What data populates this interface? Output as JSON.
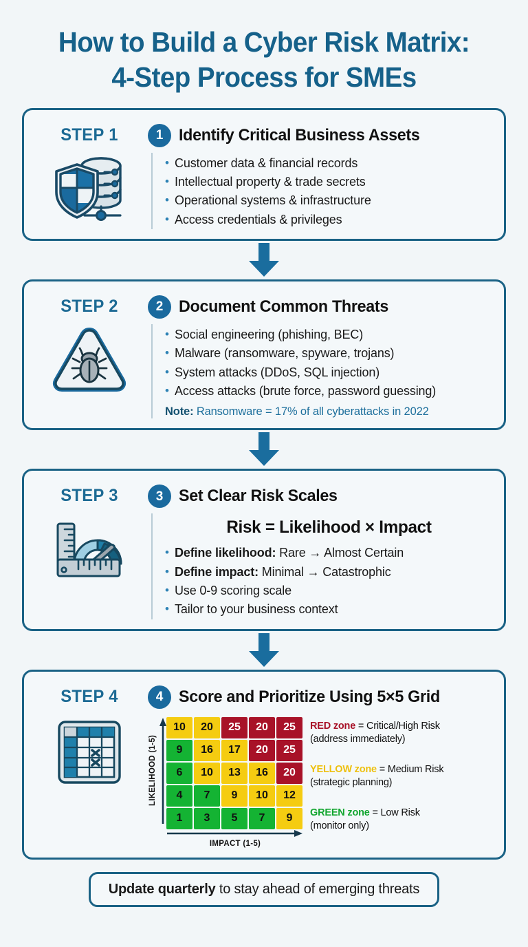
{
  "title": {
    "line1": "How to Build a Cyber Risk Matrix:",
    "line2": "4-Step Process for SMEs"
  },
  "colors": {
    "brand_blue": "#16618a",
    "badge_blue": "#1a6a9e",
    "border_blue": "#1a6285",
    "page_bg": "#f2f6f8",
    "card_bg": "#f4f8fa",
    "green": "#14b333",
    "yellow": "#f5cc11",
    "red": "#a81228"
  },
  "steps": [
    {
      "step_label": "STEP 1",
      "badge": "1",
      "title": "Identify Critical Business Assets",
      "icon": "shield-database-icon",
      "bullets": [
        "Customer data & financial records",
        "Intellectual property & trade secrets",
        "Operational systems & infrastructure",
        "Access credentials & privileges"
      ]
    },
    {
      "step_label": "STEP 2",
      "badge": "2",
      "title": "Document Common Threats",
      "icon": "warning-bug-icon",
      "bullets": [
        "Social engineering (phishing, BEC)",
        "Malware (ransomware, spyware, trojans)",
        "System attacks (DDoS, SQL injection)",
        "Access attacks (brute force, password guessing)"
      ],
      "note_label": "Note:",
      "note_text": " Ransomware = 17% of all cyberattacks in 2022"
    },
    {
      "step_label": "STEP 3",
      "badge": "3",
      "title": "Set Clear Risk Scales",
      "icon": "ruler-gauge-icon",
      "formula": "Risk = Likelihood × Impact",
      "bullets": [
        {
          "bold": "Define likelihood:",
          "rest": " Rare → Almost Certain"
        },
        {
          "bold": "Define impact:",
          "rest": " Minimal → Catastrophic"
        },
        {
          "bold": "",
          "rest": "Use 0-9 scoring scale"
        },
        {
          "bold": "",
          "rest": "Tailor to your business context"
        }
      ]
    },
    {
      "step_label": "STEP 4",
      "badge": "4",
      "title": "Score and Prioritize Using 5×5 Grid",
      "icon": "matrix-grid-icon"
    }
  ],
  "matrix": {
    "y_axis_label": "LIKELIHOOD (1-5)",
    "x_axis_label": "IMPACT (1-5)",
    "legend": [
      {
        "zone": "RED zone",
        "zone_class": "red",
        "desc": " = Critical/High Risk",
        "sub": "(address immediately)"
      },
      {
        "zone": "YELLOW zone",
        "zone_class": "yellow",
        "desc": " = Medium Risk",
        "sub": "(strategic planning)"
      },
      {
        "zone": "GREEN zone",
        "zone_class": "green",
        "desc": " = Low Risk",
        "sub": "(monitor only)"
      }
    ]
  },
  "chart_data": {
    "type": "heatmap",
    "title": "Score and Prioritize Using 5×5 Grid",
    "xlabel": "IMPACT (1-5)",
    "ylabel": "LIKELIHOOD (1-5)",
    "x": [
      1,
      2,
      3,
      4,
      5
    ],
    "y": [
      1,
      2,
      3,
      4,
      5
    ],
    "rows_top_to_bottom": [
      {
        "likelihood": 5,
        "values": [
          10,
          20,
          25,
          20,
          25
        ],
        "zones": [
          "yellow",
          "yellow",
          "red",
          "red",
          "red"
        ]
      },
      {
        "likelihood": 4,
        "values": [
          9,
          16,
          17,
          20,
          25
        ],
        "zones": [
          "green",
          "yellow",
          "yellow",
          "red",
          "red"
        ]
      },
      {
        "likelihood": 3,
        "values": [
          6,
          10,
          13,
          16,
          20
        ],
        "zones": [
          "green",
          "yellow",
          "yellow",
          "yellow",
          "red"
        ]
      },
      {
        "likelihood": 2,
        "values": [
          4,
          7,
          9,
          10,
          12
        ],
        "zones": [
          "green",
          "green",
          "yellow",
          "yellow",
          "yellow"
        ]
      },
      {
        "likelihood": 1,
        "values": [
          1,
          3,
          5,
          7,
          9
        ],
        "zones": [
          "green",
          "green",
          "green",
          "green",
          "yellow"
        ]
      }
    ],
    "zone_colors": {
      "green": "#14b333",
      "yellow": "#f5cc11",
      "red": "#a81228"
    },
    "legend_position": "right",
    "grid": true
  },
  "footer": {
    "bold": "Update quarterly",
    "rest": " to stay ahead of emerging threats"
  }
}
